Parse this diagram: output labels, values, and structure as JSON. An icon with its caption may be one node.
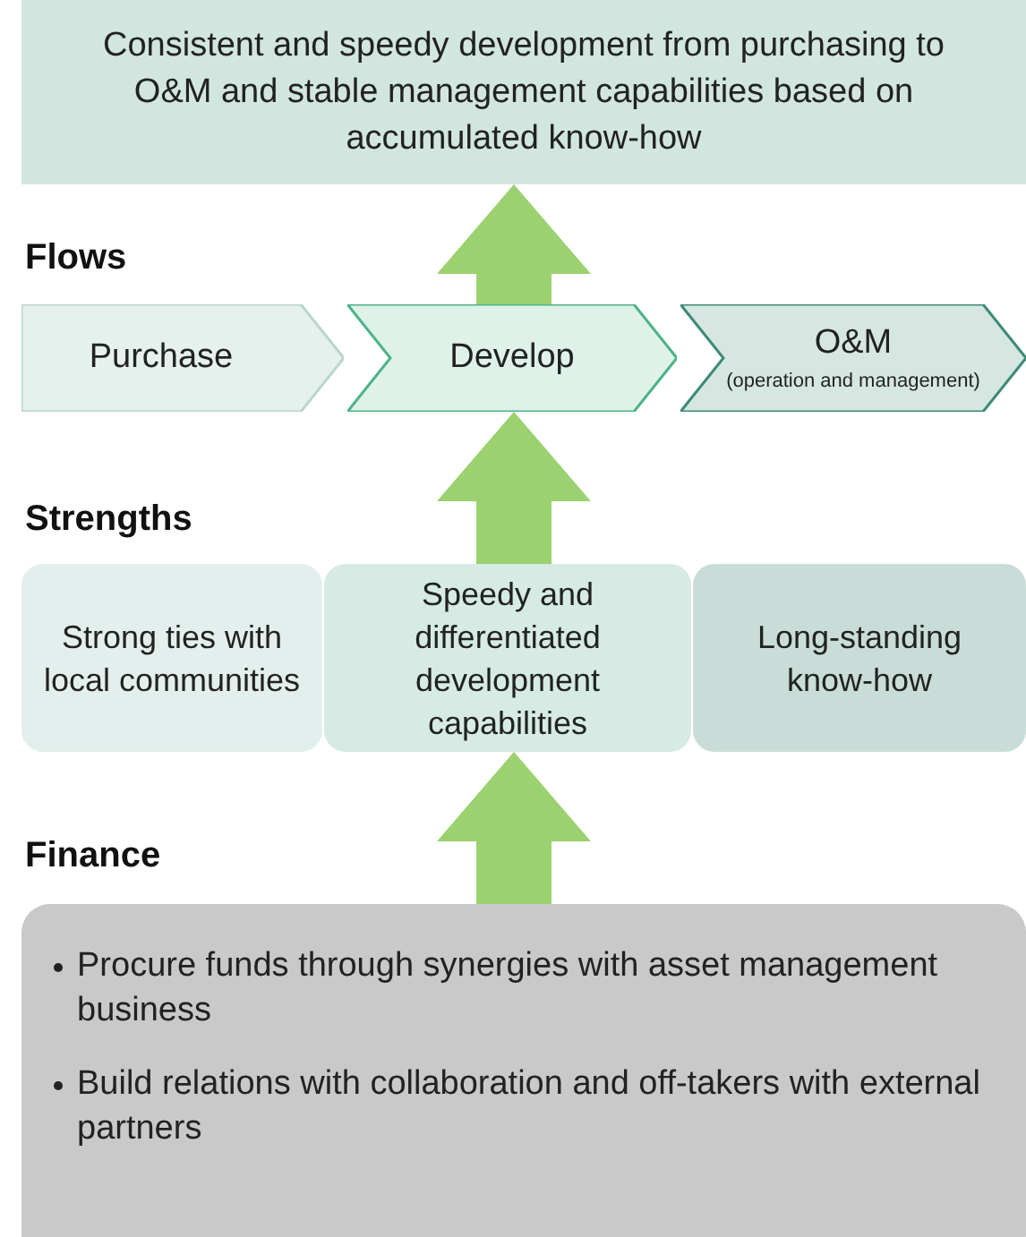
{
  "diagram": {
    "nodes": [
      {
        "text": [
          "Consistent and speedy development from purchasing to O&M and stable management capabilities based on accumulated know-how"
        ]
      },
      {
        "text": [
          "Purchase"
        ]
      },
      {
        "text": [
          "Develop"
        ]
      },
      {
        "text": [
          "O&M",
          "(operation and management)"
        ]
      },
      {
        "text": [
          "Strong ties with local communities"
        ]
      },
      {
        "text": [
          "Speedy and differentiated development capabilities"
        ]
      },
      {
        "text": [
          "Long-standing know-how"
        ]
      },
      {
        "text": [
          "Procure funds through synergies with asset management business",
          "Build relations with collaboration and off-takers with external partners"
        ]
      }
    ],
    "edges": [
      {
        "from": 7,
        "to": 5,
        "arrow": "to"
      },
      {
        "from": 5,
        "to": 2,
        "arrow": "to"
      },
      {
        "from": 2,
        "to": 0,
        "arrow": "to"
      }
    ],
    "labels": [
      "Flows",
      "Strengths",
      "Finance"
    ]
  }
}
